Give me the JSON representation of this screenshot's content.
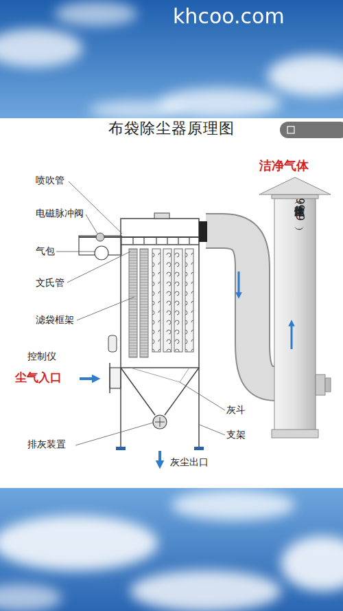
{
  "diagram": {
    "title": "布袋除尘器原理图",
    "labels": [
      "khcoo.com",
      "喷吹管",
      "电磁脉冲阀",
      "气包",
      "文氏管",
      "滤袋框架",
      "控制仪",
      "尘气入口",
      "排灰装置",
      "灰斗",
      "支架",
      "灰尘出口",
      "洁净气体",
      "干净气体（除尘达99.9）"
    ]
  }
}
